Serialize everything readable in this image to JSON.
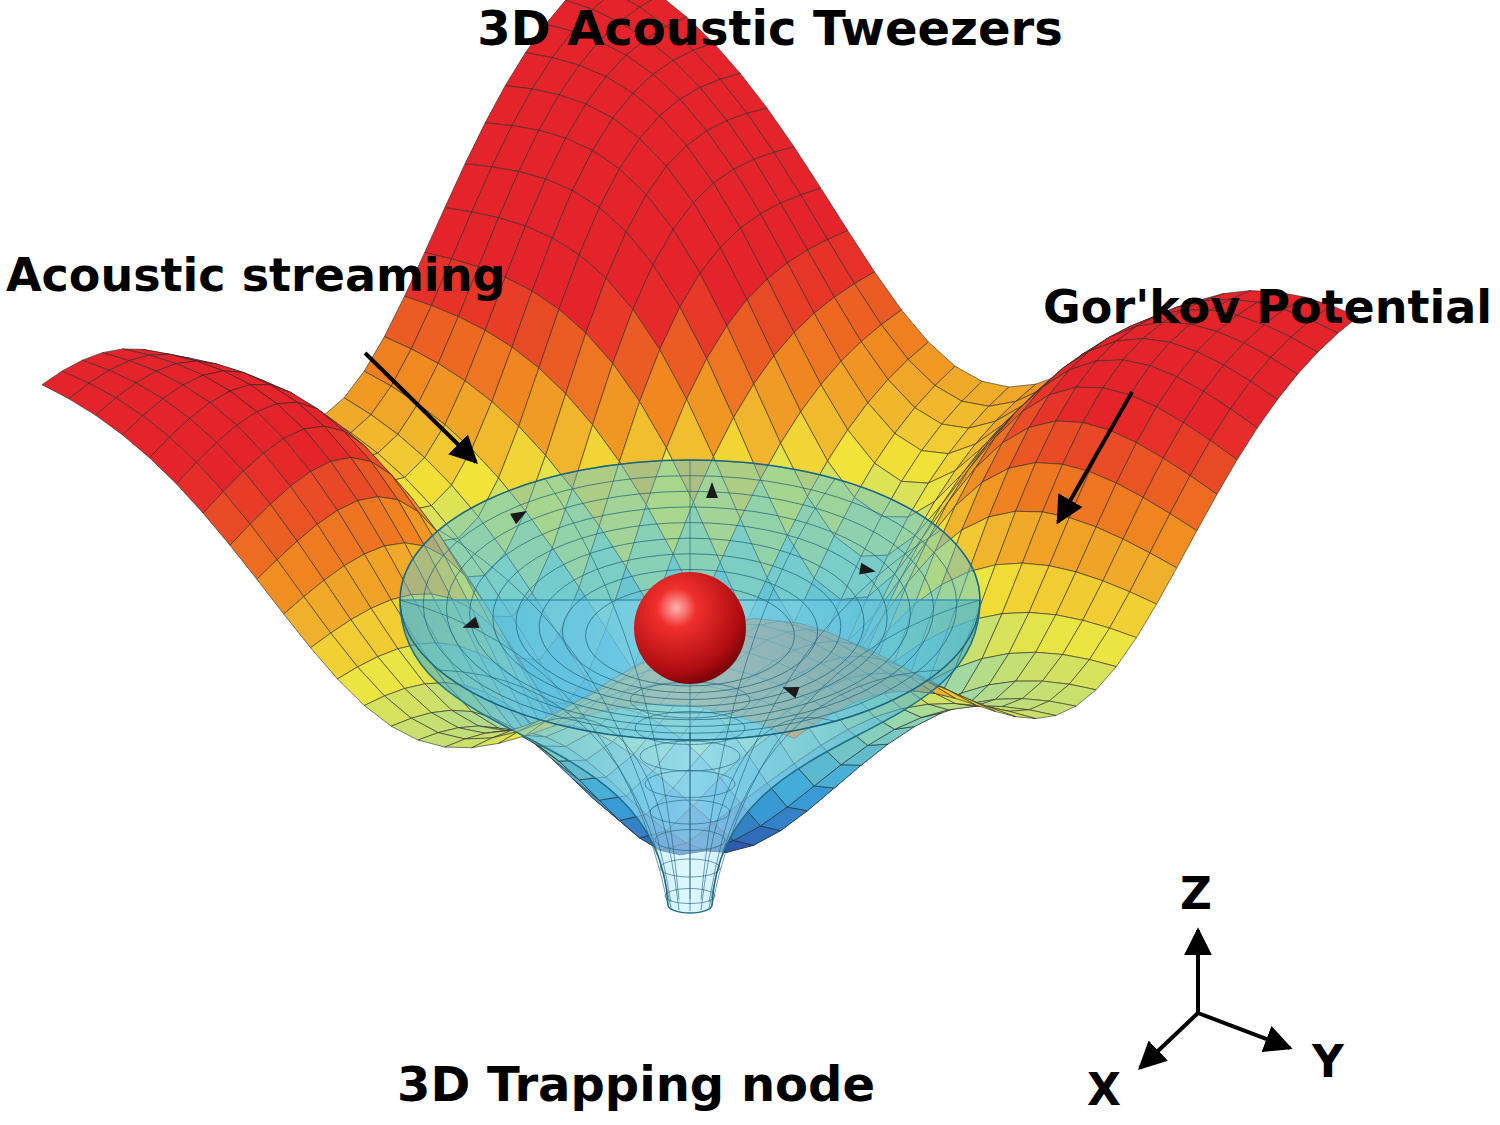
{
  "diagram": {
    "title": "3D Acoustic Tweezers",
    "labels": [
      "Acoustic streaming",
      "Gor'kov Potential",
      "3D Trapping node",
      "Z",
      "Y",
      "X"
    ]
  }
}
